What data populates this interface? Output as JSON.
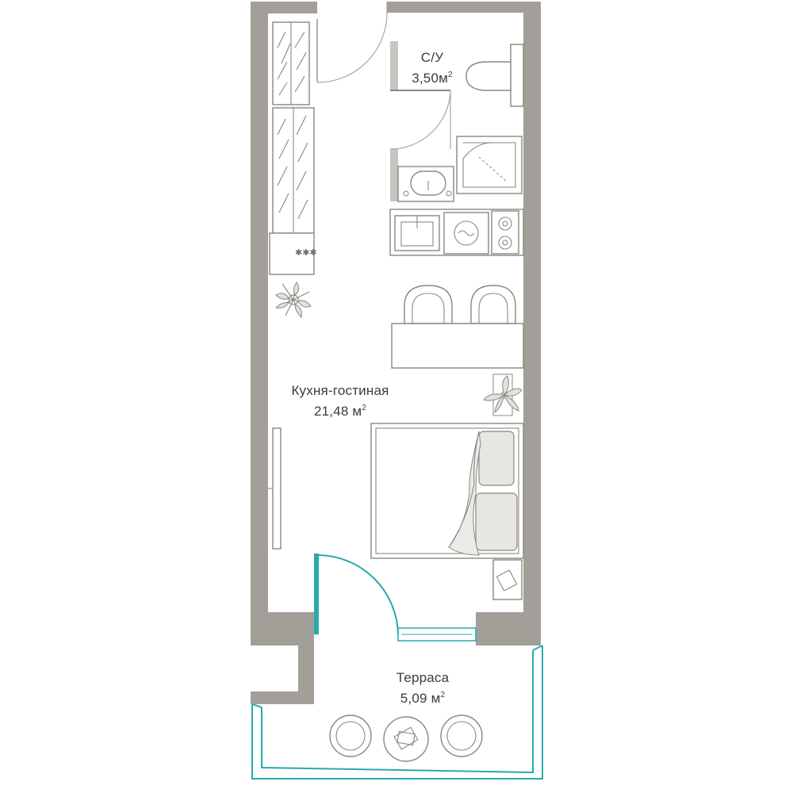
{
  "rooms": {
    "bathroom": {
      "name": "С/У",
      "area_value": "3,50м",
      "area_sup": "2"
    },
    "living": {
      "name": "Кухня-гостиная",
      "area_value": "21,48 м",
      "area_sup": "2"
    },
    "terrace": {
      "name": "Терраса",
      "area_value": "5,09 м",
      "area_sup": "2"
    }
  },
  "colors": {
    "wall": "#a29e98",
    "glass": "#2aa9ad",
    "furniture_stroke": "#8a8782",
    "text": "#3b3b3b"
  },
  "icons": [
    "wardrobe-icon",
    "toilet-icon",
    "shower-icon",
    "washbasin-icon",
    "kitchen-sink-icon",
    "washing-machine-icon",
    "cooktop-icon",
    "plant-icon",
    "chair-icon",
    "table-icon",
    "bed-icon",
    "pillow-icon",
    "nightstand-icon",
    "mirror-icon",
    "armchair-icon",
    "coffee-table-icon"
  ]
}
